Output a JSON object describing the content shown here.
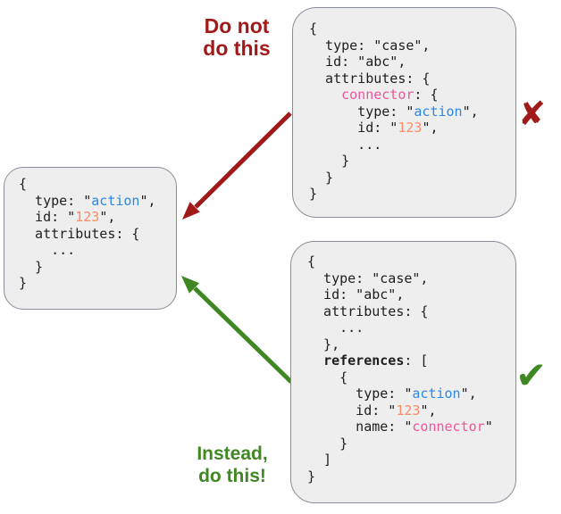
{
  "annotations": {
    "bad": {
      "label_line1": "Do not",
      "label_line2": "do this",
      "icon": "✘"
    },
    "good": {
      "label_line1": "Instead,",
      "label_line2": "do this!",
      "icon": "✔"
    }
  },
  "boxes": {
    "action_object": {
      "lines": [
        [
          {
            "t": "{"
          }
        ],
        [
          {
            "t": "  type: \""
          },
          {
            "t": "action",
            "s": "ref-type"
          },
          {
            "t": "\","
          }
        ],
        [
          {
            "t": "  id: \""
          },
          {
            "t": "123",
            "s": "ref-id"
          },
          {
            "t": "\","
          }
        ],
        [
          {
            "t": "  attributes: {"
          }
        ],
        [
          {
            "t": "    ..."
          }
        ],
        [
          {
            "t": "  }"
          }
        ],
        [
          {
            "t": "}"
          }
        ]
      ]
    },
    "bad_case_object": {
      "lines": [
        [
          {
            "t": "{"
          }
        ],
        [
          {
            "t": "  type: \"case\","
          }
        ],
        [
          {
            "t": "  id: \"abc\","
          }
        ],
        [
          {
            "t": "  attributes: {"
          }
        ],
        [
          {
            "t": "    "
          },
          {
            "t": "connector",
            "s": "ref-name"
          },
          {
            "t": ": {"
          }
        ],
        [
          {
            "t": "      type: \""
          },
          {
            "t": "action",
            "s": "ref-type"
          },
          {
            "t": "\","
          }
        ],
        [
          {
            "t": "      id: \""
          },
          {
            "t": "123",
            "s": "ref-id"
          },
          {
            "t": "\","
          }
        ],
        [
          {
            "t": "      ..."
          }
        ],
        [
          {
            "t": "    }"
          }
        ],
        [
          {
            "t": "  }"
          }
        ],
        [
          {
            "t": "}"
          }
        ]
      ]
    },
    "good_case_object": {
      "lines": [
        [
          {
            "t": "{"
          }
        ],
        [
          {
            "t": "  type: \"case\","
          }
        ],
        [
          {
            "t": "  id: \"abc\","
          }
        ],
        [
          {
            "t": "  attributes: {"
          }
        ],
        [
          {
            "t": "    ..."
          }
        ],
        [
          {
            "t": "  },"
          }
        ],
        [
          {
            "t": "  "
          },
          {
            "t": "references",
            "s": "emphasis"
          },
          {
            "t": ": ["
          }
        ],
        [
          {
            "t": "    {"
          }
        ],
        [
          {
            "t": "      type: \""
          },
          {
            "t": "action",
            "s": "ref-type"
          },
          {
            "t": "\","
          }
        ],
        [
          {
            "t": "      id: \""
          },
          {
            "t": "123",
            "s": "ref-id"
          },
          {
            "t": "\","
          }
        ],
        [
          {
            "t": "      name: \""
          },
          {
            "t": "connector",
            "s": "ref-name"
          },
          {
            "t": "\""
          }
        ],
        [
          {
            "t": "    }"
          }
        ],
        [
          {
            "t": "  ]"
          }
        ],
        [
          {
            "t": "}"
          }
        ]
      ]
    }
  },
  "colors": {
    "bad_accent": "#a11a1a",
    "good_accent": "#3f8722",
    "box_background": "#eeeeef",
    "box_border": "#888e99",
    "code_text": "#1e1e20",
    "ref_type": "#2b87e8",
    "ref_id": "#ff8a66",
    "ref_name": "#f0549b"
  }
}
